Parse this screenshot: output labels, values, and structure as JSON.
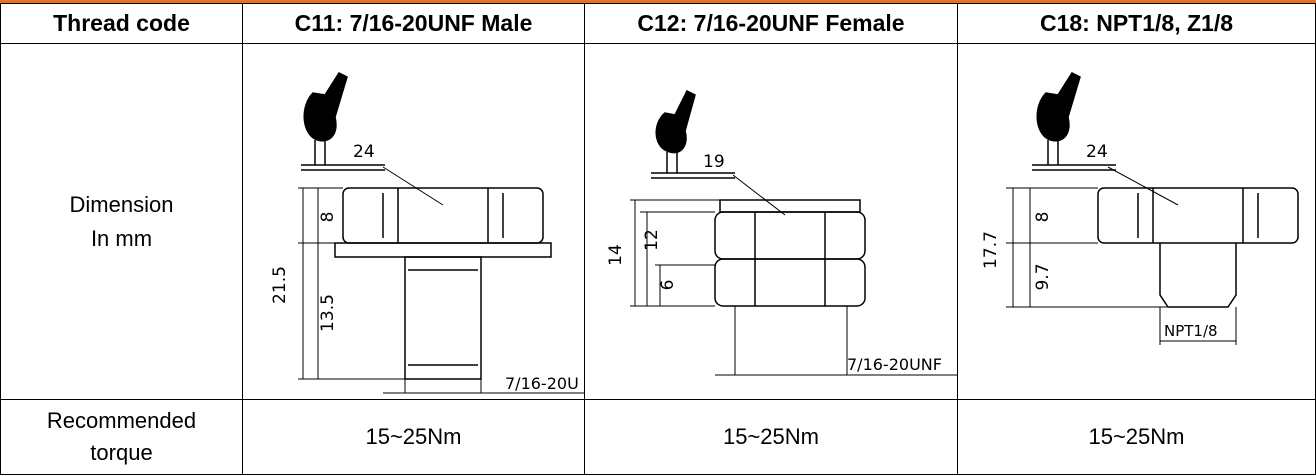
{
  "header": {
    "col0": "Thread code",
    "col1": "C11: 7/16-20UNF Male",
    "col2": "C12: 7/16-20UNF Female",
    "col3": "C18: NPT1/8, Z1/8"
  },
  "dimension_row": {
    "label_line1": "Dimension",
    "label_line2": "In mm",
    "c11": {
      "wrench": "24",
      "dim_hex": "8",
      "dim_thread": "13.5",
      "dim_total": "21.5",
      "thread": "7/16-20U"
    },
    "c12": {
      "wrench": "19",
      "dim_total": "14",
      "dim_a": "12",
      "dim_b": "6",
      "thread": "7/16-20UNF"
    },
    "c18": {
      "wrench": "24",
      "dim_hex": "8",
      "dim_thread": "9.7",
      "dim_total": "17.7",
      "thread": "NPT1/8"
    }
  },
  "torque_row": {
    "label_line1": "Recommended",
    "label_line2": "torque",
    "c11": "15~25Nm",
    "c12": "15~25Nm",
    "c18": "15~25Nm"
  },
  "colors": {
    "accent": "#e8731e"
  }
}
